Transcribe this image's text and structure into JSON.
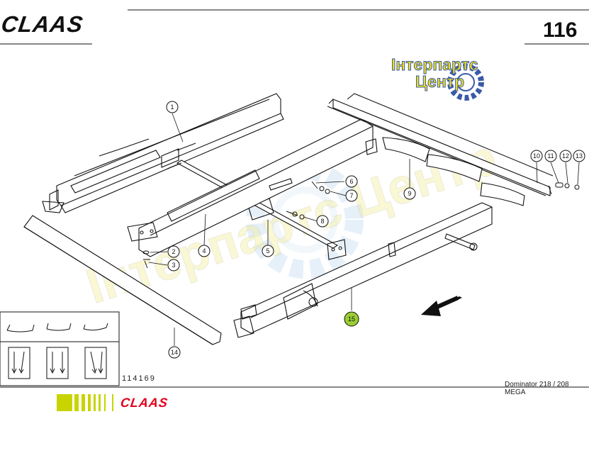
{
  "header": {
    "brand": "CLAAS",
    "page_number": "116"
  },
  "watermark": {
    "line1": "Інтерпартс",
    "line2": "Центр",
    "diagonal_text": "Інтерпартс Центр"
  },
  "callouts": [
    "1",
    "2",
    "3",
    "4",
    "5",
    "6",
    "7",
    "8",
    "9",
    "10",
    "11",
    "12",
    "13",
    "14",
    "15"
  ],
  "highlighted_callout": "15",
  "footer": {
    "document_code": "114169",
    "model": "Dominator 218 / 208 MEGA",
    "brand": "CLAAS"
  },
  "colors": {
    "brand_red": "#e0001b",
    "brand_green": "#c8d400",
    "highlight": "#9acd32",
    "watermark_yellow": "#f2e11b",
    "watermark_blue": "#3a5aa8"
  }
}
